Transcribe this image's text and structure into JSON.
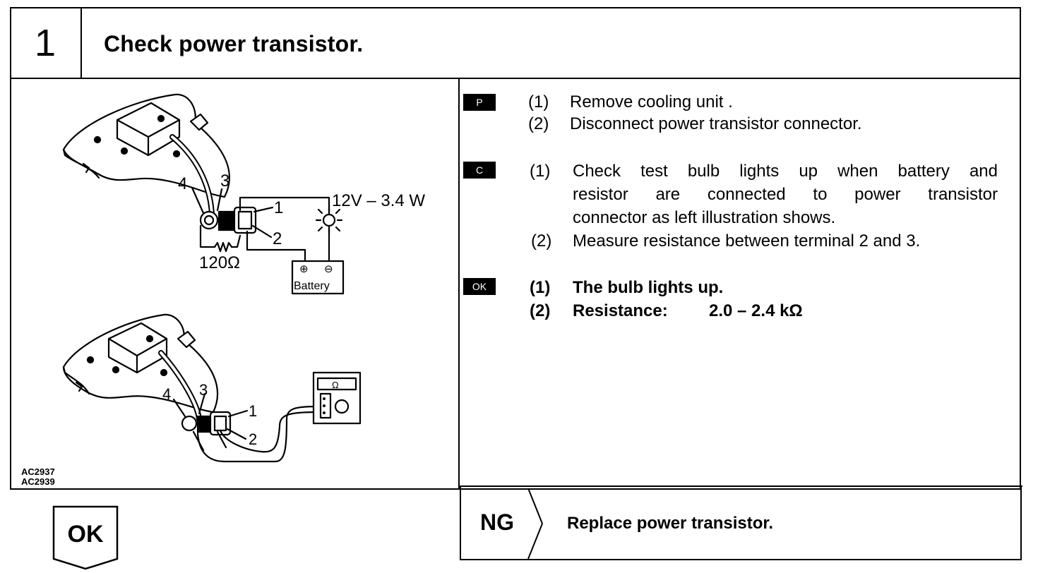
{
  "step": {
    "number": "1",
    "title": "Check power transistor."
  },
  "illustration": {
    "codes": [
      "AC2937",
      "AC2939"
    ],
    "top": {
      "pin_labels": [
        "4",
        "3",
        "1",
        "2"
      ],
      "bulb_label": "12V – 3.4 W",
      "resistor_label": "120Ω",
      "battery_label": "Battery",
      "battery_pos": "⊕",
      "battery_neg": "⊖"
    },
    "bottom": {
      "pin_labels": [
        "4",
        "3",
        "1",
        "2"
      ],
      "meter_label": "Ω"
    }
  },
  "sections": {
    "p": {
      "badge": "P",
      "items": [
        {
          "num": "(1)",
          "text": "Remove cooling unit ."
        },
        {
          "num": "(2)",
          "text": "Disconnect power transistor connector."
        }
      ]
    },
    "c": {
      "badge": "C",
      "items": [
        {
          "num": "(1)",
          "lines": [
            "Check test bulb lights up when battery and",
            "resistor are connected to power transistor",
            "connector as left illustration shows."
          ]
        },
        {
          "num": "(2)",
          "text": "Measure resistance between terminal 2 and 3."
        }
      ]
    },
    "ok": {
      "badge": "OK",
      "items": [
        {
          "num": "(1)",
          "text": "The bulb lights up."
        },
        {
          "num": "(2)",
          "label": "Resistance:",
          "value": "2.0 – 2.4 kΩ"
        }
      ]
    }
  },
  "results": {
    "ng_label": "NG",
    "ng_action": "Replace power transistor.",
    "ok_label": "OK"
  }
}
